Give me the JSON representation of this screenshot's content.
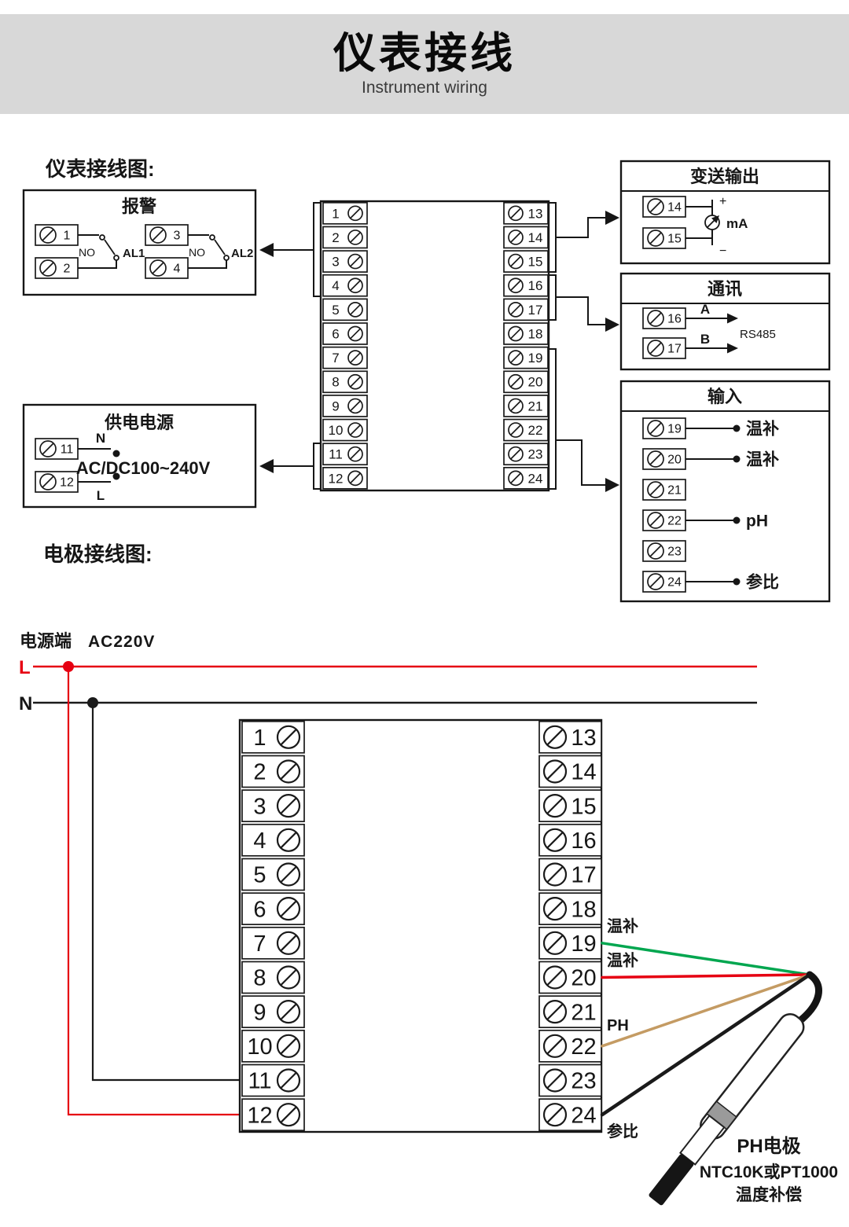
{
  "header": {
    "title": "仪表接线",
    "subtitle": "Instrument wiring"
  },
  "sections": {
    "instrument": "仪表接线图:",
    "electrode": "电极接线图:"
  },
  "alarm": {
    "title": "报警",
    "terminals": [
      "1",
      "2",
      "3",
      "4"
    ],
    "contacts": [
      {
        "type": "NO",
        "label": "AL1"
      },
      {
        "type": "NO",
        "label": "AL2"
      }
    ]
  },
  "power": {
    "title": "供电电源",
    "terminals": [
      "11",
      "12"
    ],
    "n": "N",
    "l": "L",
    "voltage": "AC/DC100~240V"
  },
  "transmit": {
    "title": "变送输出",
    "terminals": [
      "14",
      "15"
    ],
    "plus": "+",
    "minus": "−",
    "unit": "mA"
  },
  "comm": {
    "title": "通讯",
    "terminals": [
      "16",
      "17"
    ],
    "a": "A",
    "b": "B",
    "protocol": "RS485"
  },
  "input": {
    "title": "输入",
    "terminals": [
      {
        "num": "19",
        "label": "温补"
      },
      {
        "num": "20",
        "label": "温补"
      },
      {
        "num": "21",
        "label": ""
      },
      {
        "num": "22",
        "label": "pH"
      },
      {
        "num": "23",
        "label": ""
      },
      {
        "num": "24",
        "label": "参比"
      }
    ]
  },
  "top_block": {
    "left": [
      "1",
      "2",
      "3",
      "4",
      "5",
      "6",
      "7",
      "8",
      "9",
      "10",
      "11",
      "12"
    ],
    "right": [
      "13",
      "14",
      "15",
      "16",
      "17",
      "18",
      "19",
      "20",
      "21",
      "22",
      "23",
      "24"
    ]
  },
  "bottom": {
    "power_label": "电源端",
    "voltage": "AC220V",
    "l": "L",
    "n": "N",
    "block": {
      "left": [
        "1",
        "2",
        "3",
        "4",
        "5",
        "6",
        "7",
        "8",
        "9",
        "10",
        "11",
        "12"
      ],
      "right": [
        "13",
        "14",
        "15",
        "16",
        "17",
        "18",
        "19",
        "20",
        "21",
        "22",
        "23",
        "24"
      ]
    },
    "wires": [
      {
        "terminal": "19",
        "label": "温补",
        "color": "#00a64f"
      },
      {
        "terminal": "20",
        "label": "温补",
        "color": "#e60012"
      },
      {
        "terminal": "22",
        "label": "PH",
        "color": "#c49b63"
      },
      {
        "terminal": "24",
        "label": "参比",
        "color": "#1a1a1a"
      }
    ],
    "electrode": {
      "name": "PH电极",
      "comp_line1": "NTC10K或PT1000",
      "comp_line2": "温度补偿"
    }
  },
  "colors": {
    "header_bg": "#d8d8d8",
    "line": "#161616",
    "live": "#e60012",
    "neutral": "#1a1a1a"
  }
}
